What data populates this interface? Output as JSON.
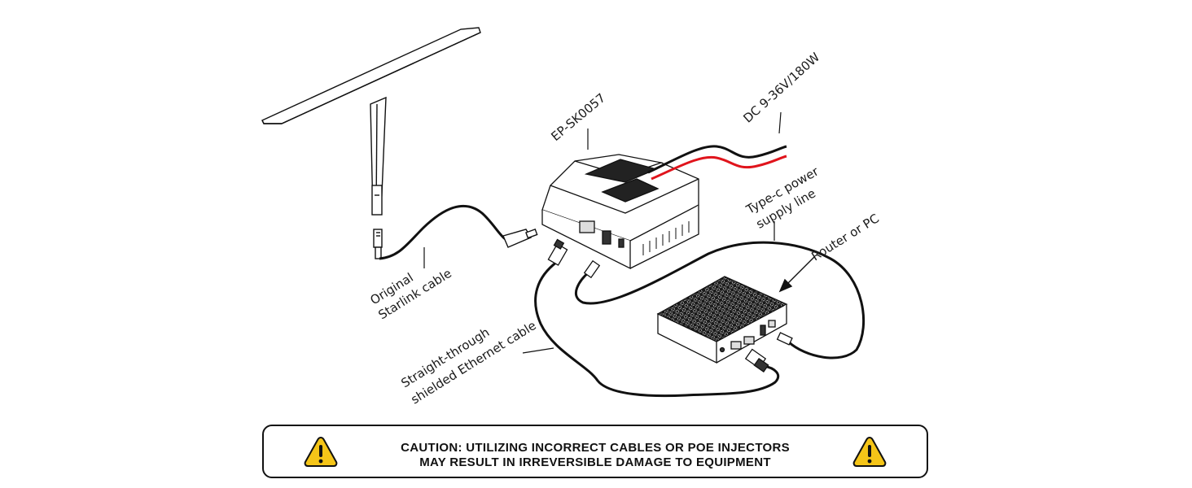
{
  "labels": {
    "device_model": "EP-SK0057",
    "dc_power": "DC 9-36V/180W",
    "typec_line1": "Type-c power",
    "typec_line2": "supply line",
    "router": "Router or PC",
    "starlink_line1": "Original",
    "starlink_line2": "Starlink cable",
    "ethernet_line1": "Straight-through",
    "ethernet_line2": "shielded Ethernet cable"
  },
  "caution": {
    "line1": "CAUTION: UTILIZING INCORRECT CABLES OR POE INJECTORS",
    "line2": "MAY RESULT IN IRREVERSIBLE DAMAGE TO EQUIPMENT",
    "icon": "warning-triangle-icon"
  },
  "colors": {
    "line": "#111111",
    "dc_positive": "#e0141c",
    "warning_fill": "#f5c518"
  }
}
